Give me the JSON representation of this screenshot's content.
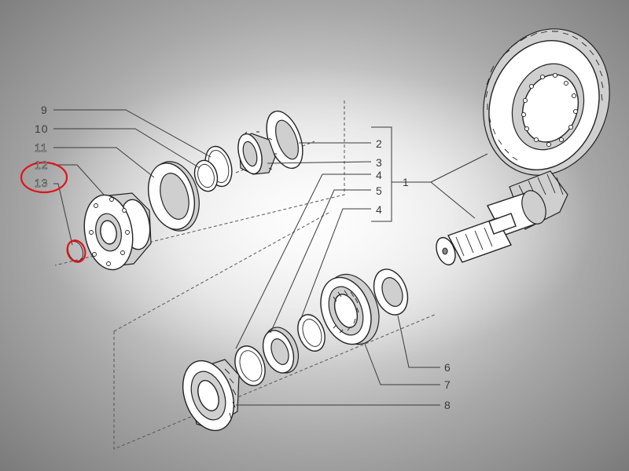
{
  "labels": {
    "n1": "1",
    "n2": "2",
    "n3": "3",
    "n4a": "4",
    "n5": "5",
    "n4b": "4",
    "n6": "6",
    "n7": "7",
    "n8": "8",
    "n9": "9",
    "n10": "10",
    "n11": "11",
    "n12": "12",
    "n13": "13"
  },
  "colors": {
    "highlight": "#e0141b",
    "linework": "#222222",
    "label_text": "#3a3a3a"
  }
}
